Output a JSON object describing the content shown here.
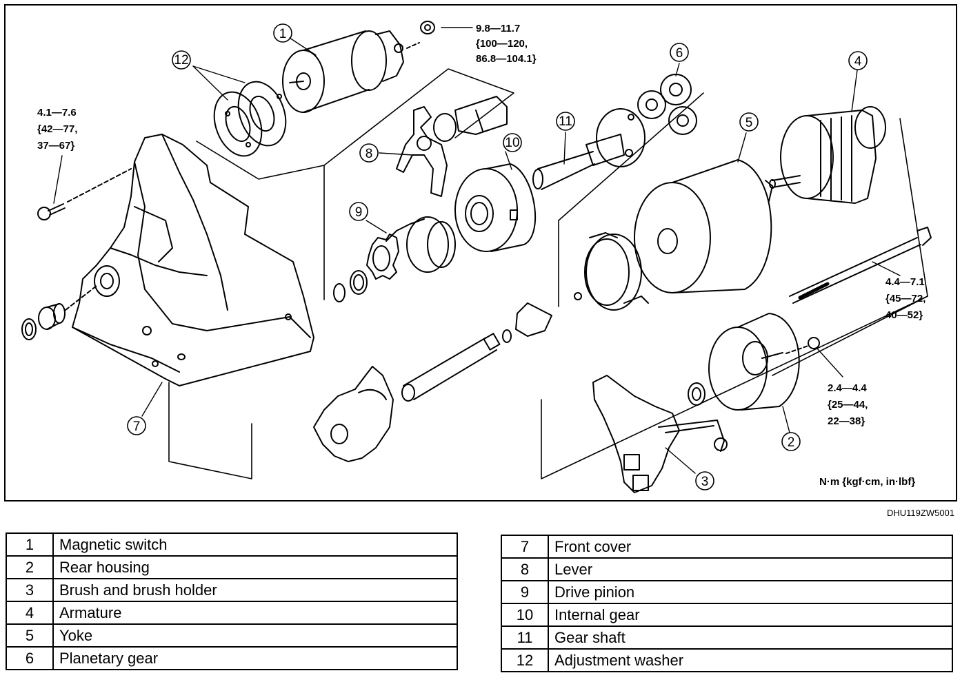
{
  "callouts": {
    "c1": "1",
    "c2": "2",
    "c3": "3",
    "c4": "4",
    "c5": "5",
    "c6": "6",
    "c7": "7",
    "c8": "8",
    "c9": "9",
    "c10": "10",
    "c11": "11",
    "c12": "12"
  },
  "torques": {
    "t1": [
      "9.8—11.7",
      "{100—120,",
      "86.8—104.1}"
    ],
    "t2": [
      "4.1—7.6",
      "{42—77,",
      "37—67}"
    ],
    "t3": [
      "4.4—7.1",
      "{45—72,",
      "40—52}"
    ],
    "t4": [
      "2.4—4.4",
      "{25—44,",
      "22—38}"
    ]
  },
  "units": "N·m {kgf·cm, in·lbf}",
  "figure_code": "DHU119ZW5001",
  "legend_left": [
    {
      "num": "1",
      "name": "Magnetic switch"
    },
    {
      "num": "2",
      "name": "Rear housing"
    },
    {
      "num": "3",
      "name": "Brush and brush holder"
    },
    {
      "num": "4",
      "name": "Armature"
    },
    {
      "num": "5",
      "name": "Yoke"
    },
    {
      "num": "6",
      "name": "Planetary gear"
    }
  ],
  "legend_right": [
    {
      "num": "7",
      "name": "Front cover"
    },
    {
      "num": "8",
      "name": "Lever"
    },
    {
      "num": "9",
      "name": "Drive pinion"
    },
    {
      "num": "10",
      "name": "Internal gear"
    },
    {
      "num": "11",
      "name": "Gear shaft"
    },
    {
      "num": "12",
      "name": "Adjustment washer"
    }
  ]
}
